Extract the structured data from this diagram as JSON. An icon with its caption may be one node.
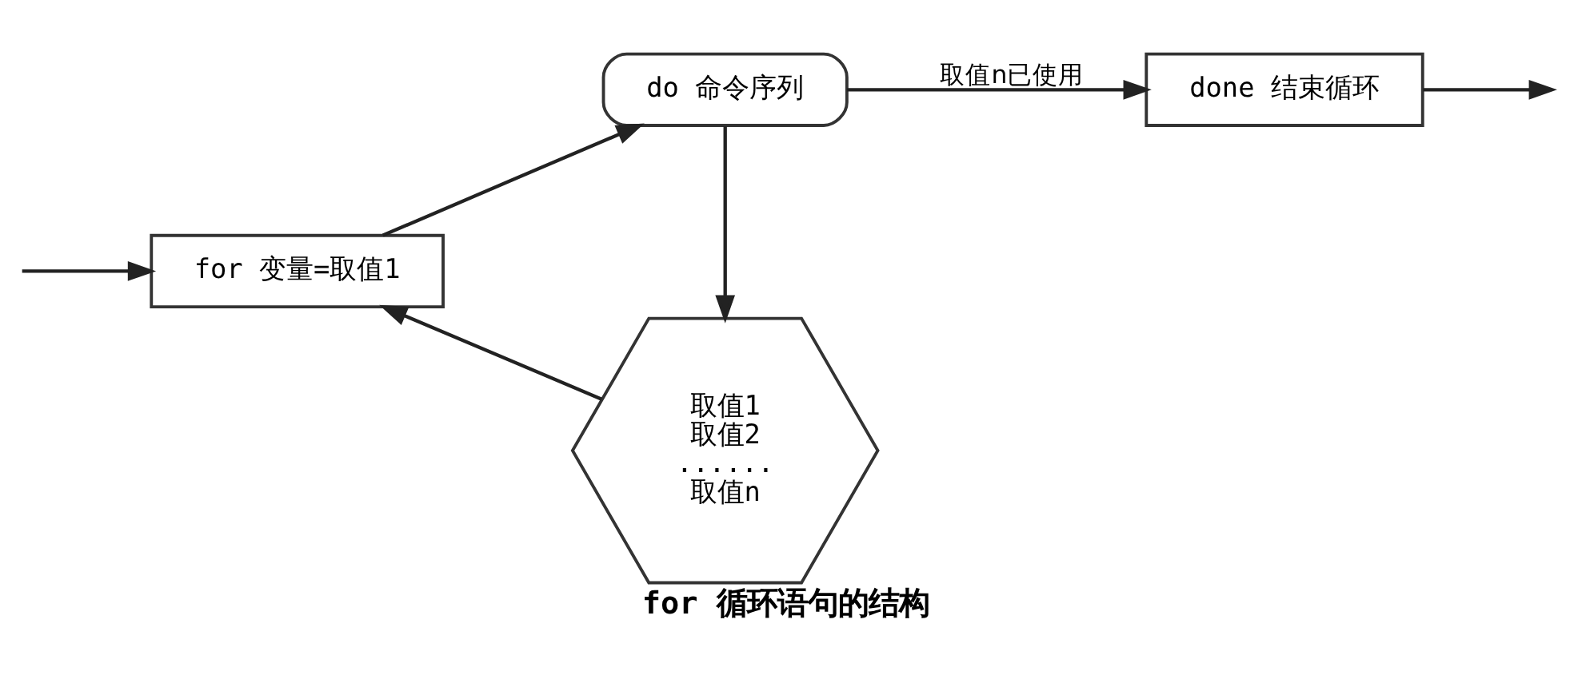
{
  "diagram": {
    "caption": "for 循环语句的结构",
    "nodes": [
      {
        "text": [
          "for 变量=取值1"
        ]
      },
      {
        "text": [
          "do 命令序列"
        ]
      },
      {
        "text": [
          "done 结束循环"
        ]
      },
      {
        "text": [
          "取值1",
          "取值2",
          "......",
          "取值n"
        ]
      }
    ],
    "edges": [
      {
        "from": null,
        "to": 0,
        "arrow": "to"
      },
      {
        "from": 0,
        "to": 1,
        "arrow": "to"
      },
      {
        "from": 1,
        "to": 2,
        "arrow": "to",
        "label": "取值n已使用"
      },
      {
        "from": 1,
        "to": 3,
        "arrow": "to"
      },
      {
        "from": 3,
        "to": 0,
        "arrow": "to"
      },
      {
        "from": 2,
        "to": null,
        "arrow": "to"
      }
    ]
  }
}
